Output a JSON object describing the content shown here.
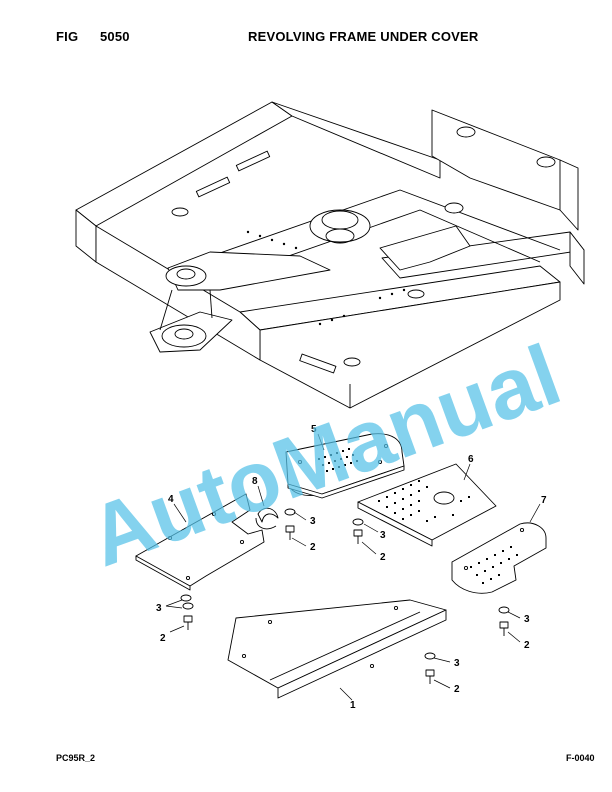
{
  "header": {
    "fig_label": "FIG",
    "fig_number": "5050",
    "title": "REVOLVING FRAME UNDER COVER"
  },
  "footer": {
    "model": "PC95R_2",
    "page_code": "F-0040"
  },
  "watermark": {
    "text": "AutoManual",
    "color": "#56c2e8"
  },
  "callouts": [
    "1",
    "2",
    "3",
    "4",
    "5",
    "6",
    "7",
    "8"
  ]
}
